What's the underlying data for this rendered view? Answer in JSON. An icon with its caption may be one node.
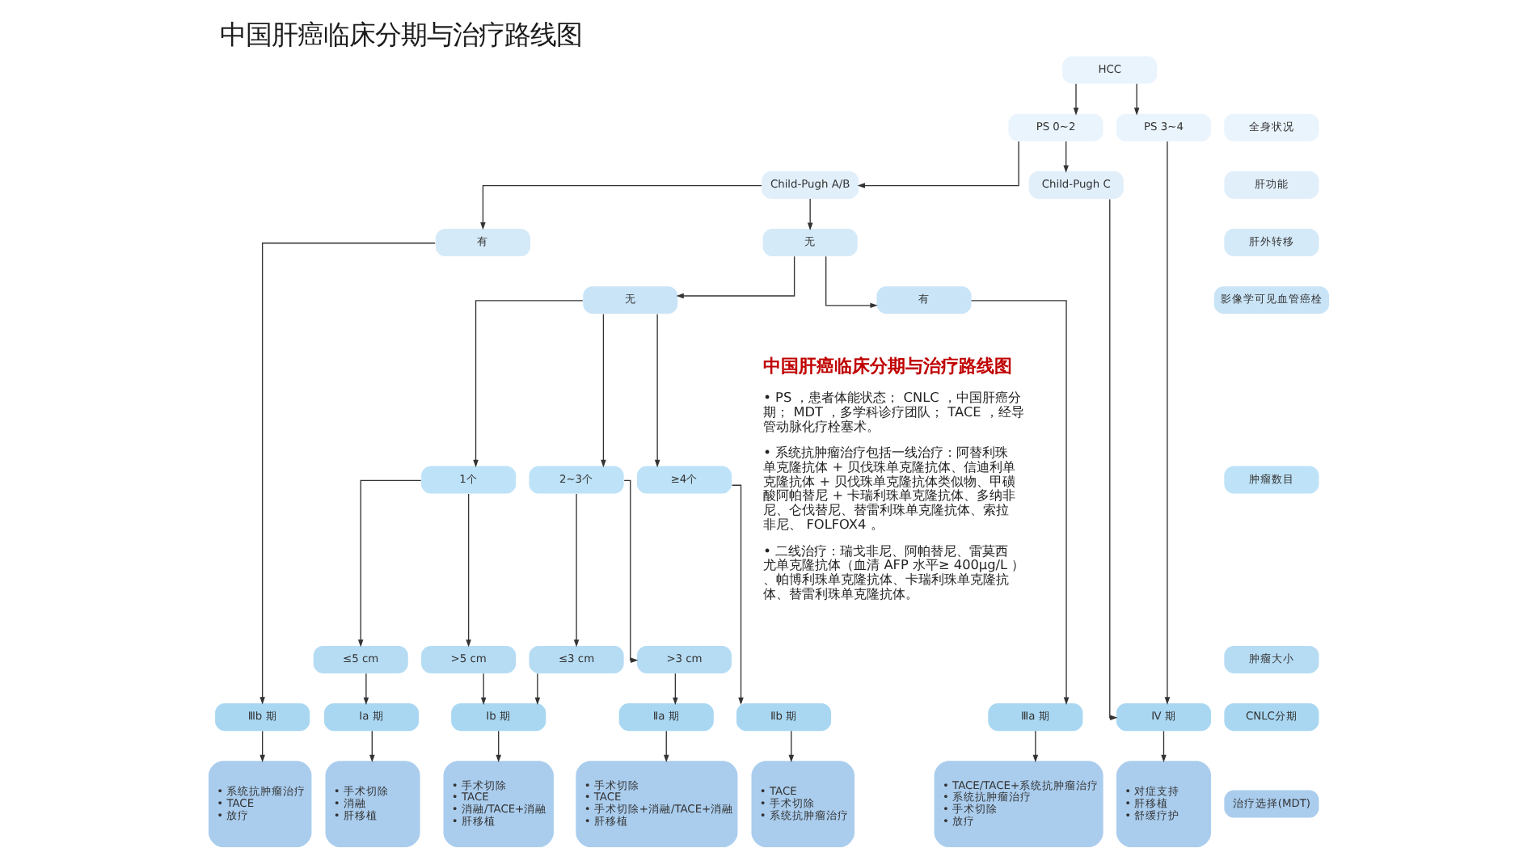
{
  "diagram": {
    "title": "中国肝癌临床分期与治疗路线图",
    "nodes": [
      {
        "text": [
          "HCC"
        ]
      },
      {
        "text": [
          "全身状况"
        ]
      },
      {
        "text": [
          "PS 0~2"
        ]
      },
      {
        "text": [
          "PS 3~4"
        ]
      },
      {
        "text": [
          "肝功能"
        ]
      },
      {
        "text": [
          "Child-Pugh A/B"
        ]
      },
      {
        "text": [
          "Child-Pugh C"
        ]
      },
      {
        "text": [
          "肝外转移"
        ]
      },
      {
        "text": [
          "无"
        ]
      },
      {
        "text": [
          "有"
        ]
      },
      {
        "text": [
          "影像学可见血管癌栓"
        ]
      },
      {
        "text": [
          "无"
        ]
      },
      {
        "text": [
          "有"
        ]
      },
      {
        "text": [
          "肿瘤数目"
        ]
      },
      {
        "text": [
          "1个"
        ]
      },
      {
        "text": [
          "2~3个"
        ]
      },
      {
        "text": [
          "≥4个"
        ]
      },
      {
        "text": [
          "肿瘤大小"
        ]
      },
      {
        "text": [
          "≤5 cm"
        ]
      },
      {
        "text": [
          ">5 cm"
        ]
      },
      {
        "text": [
          "≤3 cm"
        ]
      },
      {
        "text": [
          ">3 cm"
        ]
      },
      {
        "text": [
          "CNLC分期"
        ]
      },
      {
        "text": [
          "Ⅰa 期"
        ]
      },
      {
        "text": [
          "Ⅰb 期"
        ]
      },
      {
        "text": [
          "Ⅱa 期"
        ]
      },
      {
        "text": [
          "Ⅱb 期"
        ]
      },
      {
        "text": [
          "Ⅲa 期"
        ]
      },
      {
        "text": [
          "Ⅲb 期"
        ]
      },
      {
        "text": [
          "Ⅳ 期"
        ]
      },
      {
        "text": [
          "治疗选择(MDT)"
        ]
      },
      {
        "text": [
          "• 手术切除",
          "• 消融",
          "• 肝移植"
        ]
      },
      {
        "text": [
          "• 手术切除",
          "• TACE",
          "• 消融/TACE+消融",
          "• 肝移植"
        ]
      },
      {
        "text": [
          "• 手术切除",
          "• TACE",
          "• 手术切除+消融/TACE+消融",
          "• 肝移植"
        ]
      },
      {
        "text": [
          "• TACE",
          "• 手术切除",
          "• 系统抗肿瘤治疗"
        ]
      },
      {
        "text": [
          "• TACE/TACE+系统抗肿瘤治疗",
          "• 系统抗肿瘤治疗",
          "• 手术切除",
          "• 放疗"
        ]
      },
      {
        "text": [
          "• 系统抗肿瘤治疗",
          "• TACE",
          "• 放疗"
        ]
      },
      {
        "text": [
          "• 对症支持",
          "• 肝移植",
          "• 舒缓疗护"
        ]
      }
    ],
    "edges": [
      {
        "from": 0,
        "to": 2,
        "arrow": "to"
      },
      {
        "from": 0,
        "to": 3,
        "arrow": "to"
      },
      {
        "from": 2,
        "to": 5,
        "arrow": "to"
      },
      {
        "from": 2,
        "to": 6,
        "arrow": "to"
      },
      {
        "from": 5,
        "to": 8,
        "arrow": "to"
      },
      {
        "from": 5,
        "to": 9,
        "arrow": "to"
      },
      {
        "from": 8,
        "to": 11,
        "arrow": "to"
      },
      {
        "from": 8,
        "to": 12,
        "arrow": "to"
      },
      {
        "from": 11,
        "to": 14,
        "arrow": "to"
      },
      {
        "from": 11,
        "to": 15,
        "arrow": "to"
      },
      {
        "from": 11,
        "to": 16,
        "arrow": "to"
      },
      {
        "from": 14,
        "to": 18,
        "arrow": "to"
      },
      {
        "from": 14,
        "to": 19,
        "arrow": "to"
      },
      {
        "from": 15,
        "to": 20,
        "arrow": "to"
      },
      {
        "from": 15,
        "to": 21,
        "arrow": "to"
      },
      {
        "from": 18,
        "to": 23,
        "arrow": "to"
      },
      {
        "from": 19,
        "to": 24,
        "arrow": "to"
      },
      {
        "from": 20,
        "to": 24,
        "arrow": "to"
      },
      {
        "from": 21,
        "to": 25,
        "arrow": "to"
      },
      {
        "from": 16,
        "to": 26,
        "arrow": "to"
      },
      {
        "from": 12,
        "to": 27,
        "arrow": "to"
      },
      {
        "from": 9,
        "to": 28,
        "arrow": "to"
      },
      {
        "from": 6,
        "to": 29,
        "arrow": "to"
      },
      {
        "from": 3,
        "to": 29,
        "arrow": "to"
      },
      {
        "from": 23,
        "to": 31,
        "arrow": "to"
      },
      {
        "from": 24,
        "to": 32,
        "arrow": "to"
      },
      {
        "from": 25,
        "to": 33,
        "arrow": "to"
      },
      {
        "from": 26,
        "to": 34,
        "arrow": "to"
      },
      {
        "from": 27,
        "to": 35,
        "arrow": "to"
      },
      {
        "from": 28,
        "to": 36,
        "arrow": "to"
      },
      {
        "from": 29,
        "to": 37,
        "arrow": "to"
      }
    ],
    "labels": [
      "中国肝癌临床分期与治疗路线图",
      "• PS ，患者体能状态； CNLC ，中国肝癌分期； MDT ，多学科诊疗团队； TACE ，经导管动脉化疗栓塞术。",
      "• 系统抗肿瘤治疗包括一线治疗：阿替利珠单克隆抗体 + 贝伐珠单克隆抗体、信迪利单克隆抗体 + 贝伐珠单克隆抗体类似物、甲磺酸阿帕替尼 + 卡瑞利珠单克隆抗体、多纳非尼、仑伐替尼、替雷利珠单克隆抗体、索拉非尼、 FOLFOX4 。",
      "• 二线治疗：瑞戈非尼、阿帕替尼、雷莫西尤单克隆抗体（血清 AFP 水平≥ 400μg/L ）、帕博利珠单克隆抗体、卡瑞利珠单克隆抗体、替雷利珠单克隆抗体。"
    ]
  }
}
